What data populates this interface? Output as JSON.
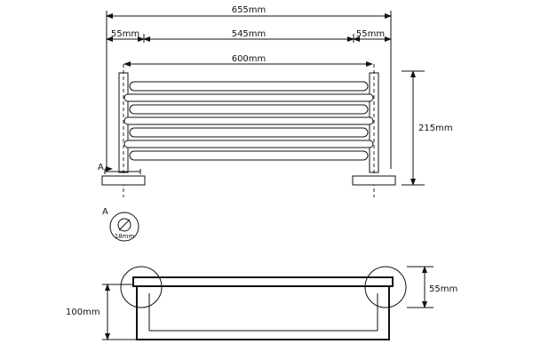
{
  "dimensions": {
    "overall_width": "655mm",
    "left_offset": "55mm",
    "center_span": "545mm",
    "right_offset": "55mm",
    "rail_width": "600mm",
    "height": "215mm",
    "plan_depth": "100mm",
    "plan_flange": "55mm"
  },
  "section": {
    "marker": "A",
    "diameter": "18mm"
  },
  "section_arrow": {
    "marker": "A"
  },
  "colors": {
    "line": "#111111",
    "background": "#ffffff"
  }
}
